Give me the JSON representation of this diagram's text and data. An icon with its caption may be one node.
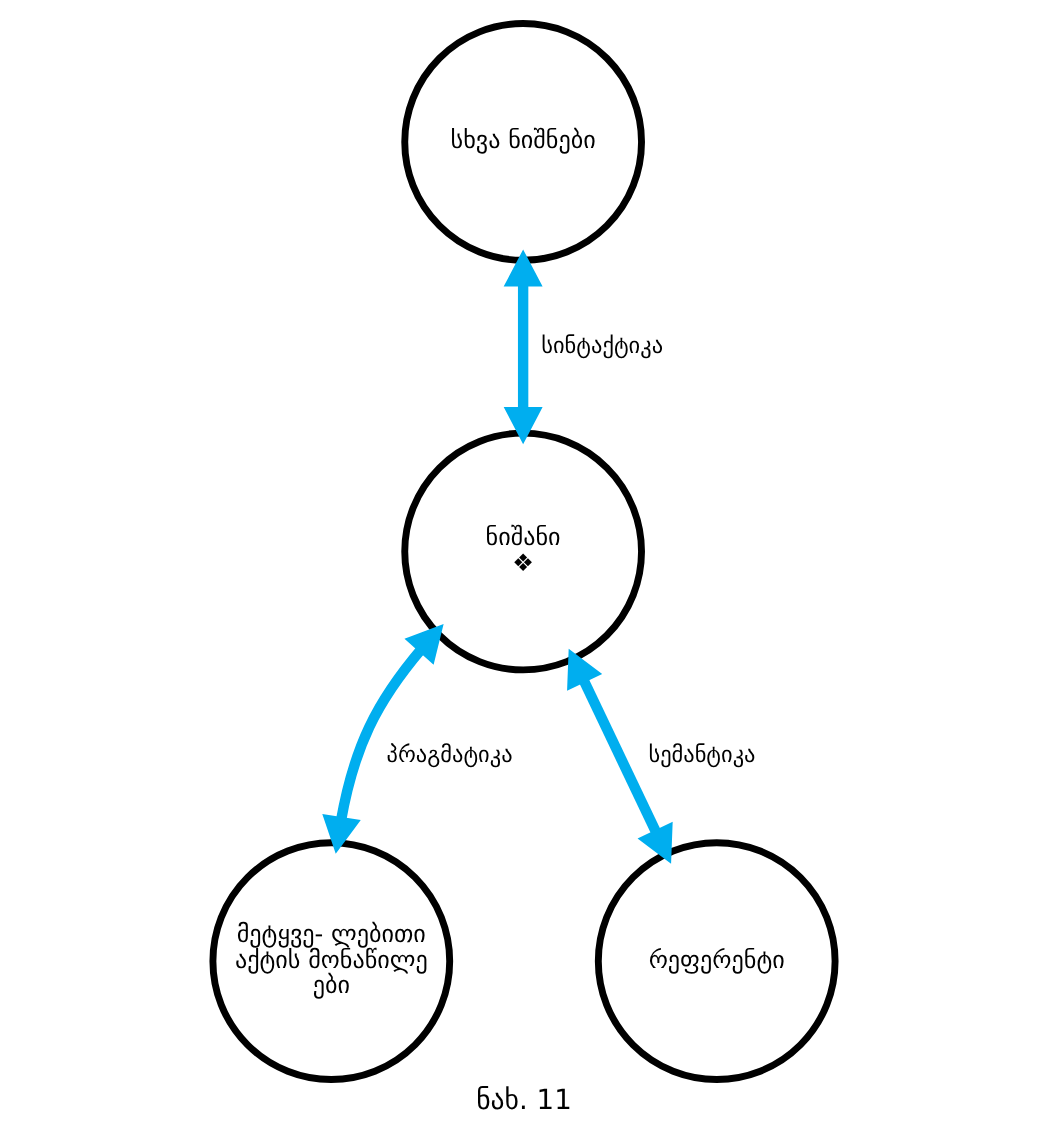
{
  "diagram": {
    "caption": "ნახ. 11",
    "nodes": [
      {
        "text": [
          "სხვა ნიშნები"
        ]
      },
      {
        "text": [
          "ნიშანი",
          "❖"
        ]
      },
      {
        "text": [
          "მეტყვე- ლებითი აქტის მონაწილე ები"
        ]
      },
      {
        "text": [
          "რეფერენტი"
        ]
      }
    ],
    "edges": [
      {
        "from": 0,
        "to": 1,
        "arrow": "both",
        "label": "სინტაქტიკა"
      },
      {
        "from": 1,
        "to": 2,
        "arrow": "both",
        "label": "პრაგმატიკა"
      },
      {
        "from": 1,
        "to": 3,
        "arrow": "both",
        "label": "სემანტიკა"
      }
    ]
  }
}
